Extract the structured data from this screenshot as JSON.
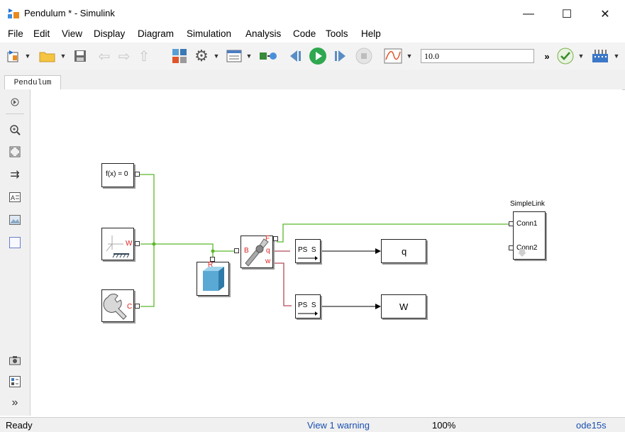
{
  "window": {
    "title": "Pendulum * - Simulink",
    "minimize_glyph": "—",
    "maximize_glyph": "☐",
    "close_glyph": "✕"
  },
  "menu": [
    "File",
    "Edit",
    "View",
    "Display",
    "Diagram",
    "Simulation",
    "Analysis",
    "Code",
    "Tools",
    "Help"
  ],
  "toolbar": {
    "stop_time": "10.0",
    "overflow": "»"
  },
  "tabs": {
    "model_tab": "Pendulum"
  },
  "palette": {
    "icons": [
      "hide-browser-icon",
      "zoom-icon",
      "fit-view-icon",
      "arrow-icon",
      "annotation-icon",
      "image-icon",
      "area-icon",
      "screenshot-icon",
      "model-browser-icon",
      "expand-icon"
    ],
    "expand_glyph": "»"
  },
  "blocks": {
    "solver_config": {
      "label": "f(x) = 0"
    },
    "world_frame": {
      "port_label": "W"
    },
    "mech_config": {
      "port_label": "C"
    },
    "solid": {
      "port_label": "R"
    },
    "revolute": {
      "base": "B",
      "follower": "F",
      "q": "q",
      "w": "w"
    },
    "ps_converter_q": {
      "label": "PS  S"
    },
    "ps_converter_w": {
      "label": "PS  S"
    },
    "display_q": {
      "label": "q"
    },
    "display_w": {
      "label": "W"
    },
    "simplelink": {
      "title": "SimpleLink",
      "conn1": "Conn1",
      "conn2": "Conn2"
    }
  },
  "status": {
    "ready": "Ready",
    "warning": "View 1 warning",
    "zoom": "100%",
    "solver": "ode15s"
  }
}
